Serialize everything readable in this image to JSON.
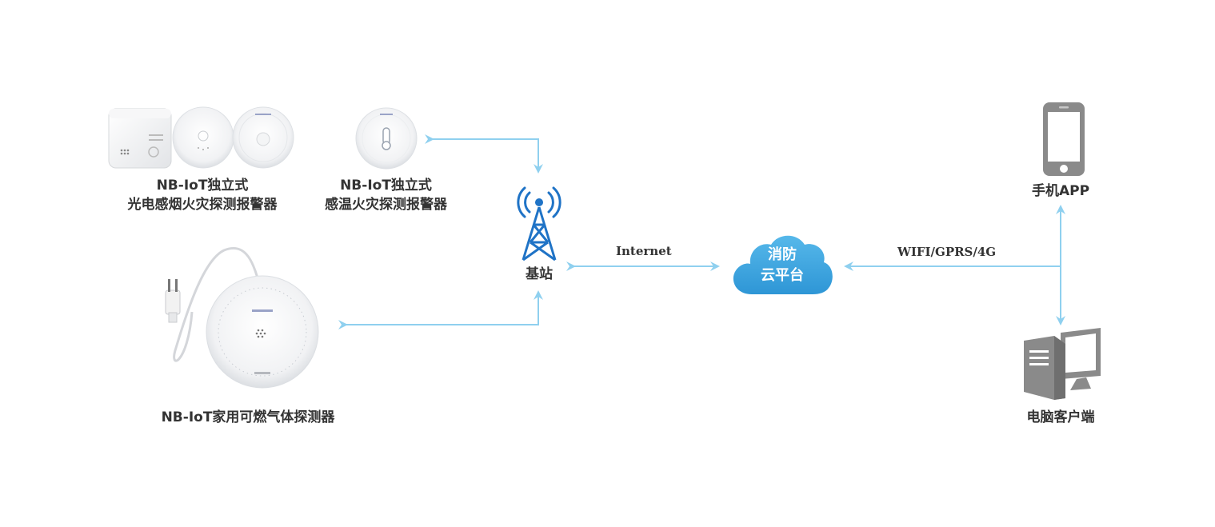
{
  "nodes": {
    "smoke_detector": {
      "line1": "NB-IoT独立式",
      "line2": "光电感烟火灾探测报警器"
    },
    "heat_detector": {
      "line1": "NB-IoT独立式",
      "line2": "感温火灾探测报警器"
    },
    "gas_detector": {
      "label": "NB-IoT家用可燃气体探测器"
    },
    "base_station": {
      "label": "基站"
    },
    "cloud_platform": {
      "line1": "消防",
      "line2": "云平台"
    },
    "mobile_app": {
      "label": "手机APP"
    },
    "pc_client": {
      "label": "电脑客户端"
    }
  },
  "links": {
    "internet": "Internet",
    "wireless": "WIFI/GPRS/4G"
  },
  "colors": {
    "arrow": "#8fd0ef",
    "cloud": "#3ea6e0",
    "tower": "#1f73c6",
    "device_gray": "#8a8a8a",
    "text": "#333333"
  }
}
